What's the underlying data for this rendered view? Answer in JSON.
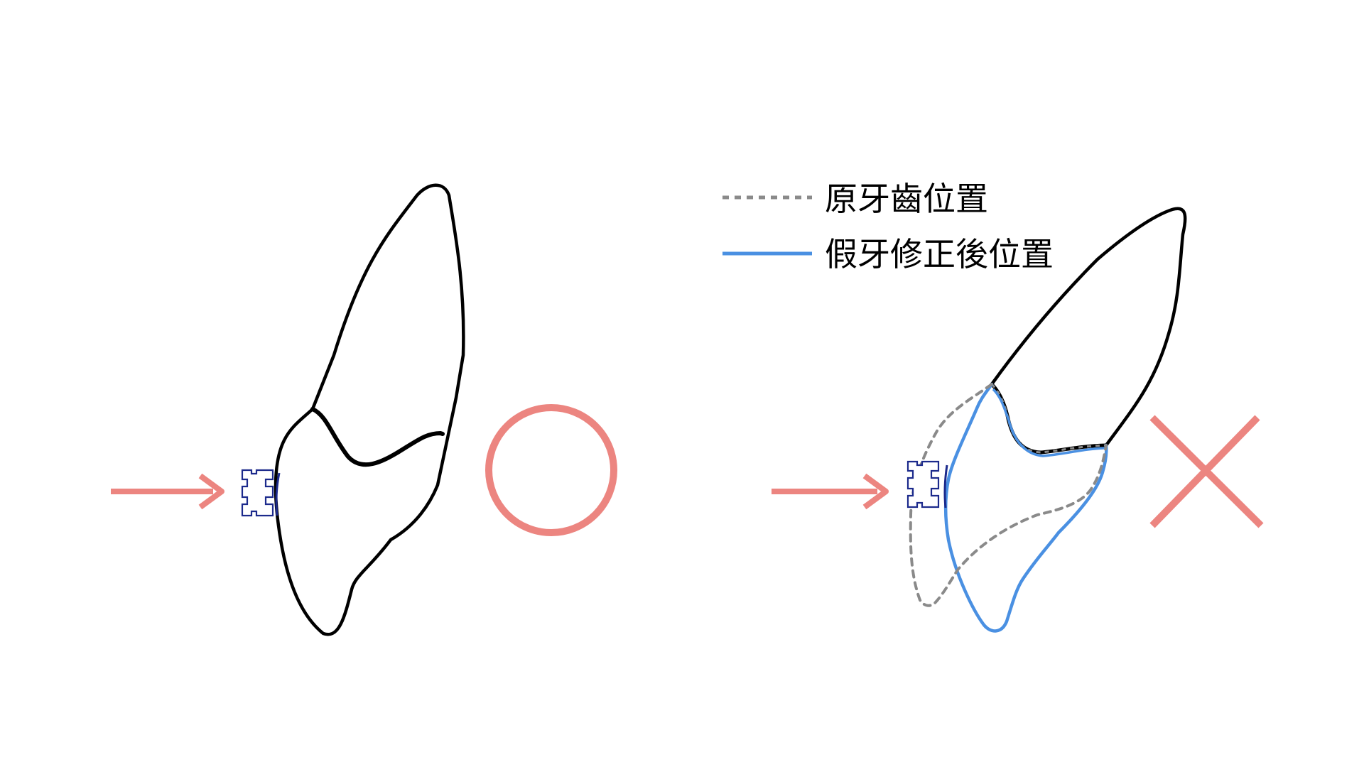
{
  "legend": {
    "original_position": {
      "label": "原牙齒位置",
      "line_style": "dashed",
      "color": "#8a8a8a"
    },
    "corrected_position": {
      "label": "假牙修正後位置",
      "line_style": "solid",
      "color": "#4a90e2"
    }
  },
  "colors": {
    "outline": "#000000",
    "accent": "#ec8580",
    "bracket": "#1c2a8c"
  },
  "panels": [
    {
      "id": "left",
      "mark": "circle",
      "mark_meaning": "correct",
      "arrow": "right-pointing"
    },
    {
      "id": "right",
      "mark": "cross",
      "mark_meaning": "incorrect",
      "arrow": "right-pointing"
    }
  ],
  "icons": {
    "arrow": "arrow-right-icon",
    "bracket": "bracket-icon",
    "correct": "circle-icon",
    "incorrect": "cross-icon"
  }
}
